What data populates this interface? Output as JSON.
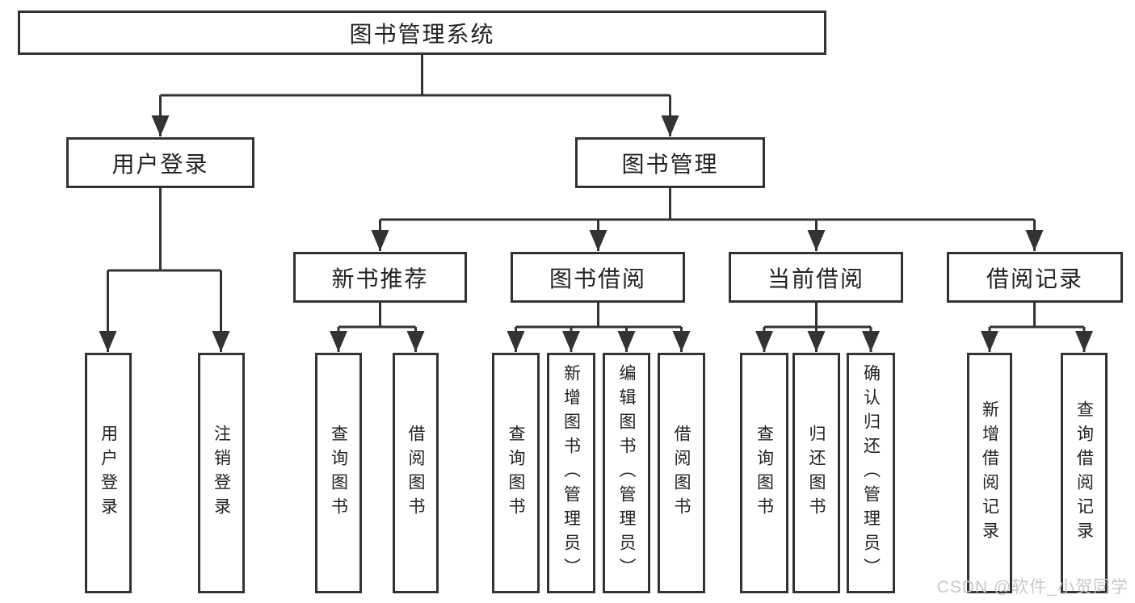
{
  "tree": {
    "label": "图书管理系统",
    "children": [
      {
        "label": "用户登录",
        "children": [
          {
            "label": "用户登录"
          },
          {
            "label": "注销登录"
          }
        ]
      },
      {
        "label": "图书管理",
        "children": [
          {
            "label": "新书推荐",
            "children": [
              {
                "label": "查询图书"
              },
              {
                "label": "借阅图书"
              }
            ]
          },
          {
            "label": "图书借阅",
            "children": [
              {
                "label": "查询图书"
              },
              {
                "label": "新增图书（管理员）"
              },
              {
                "label": "编辑图书（管理员）"
              },
              {
                "label": "借阅图书"
              }
            ]
          },
          {
            "label": "当前借阅",
            "children": [
              {
                "label": "查询图书"
              },
              {
                "label": "归还图书"
              },
              {
                "label": "确认归还（管理员）"
              }
            ]
          },
          {
            "label": "借阅记录",
            "children": [
              {
                "label": "新增借阅记录"
              },
              {
                "label": "查询借阅记录"
              }
            ]
          }
        ]
      }
    ]
  },
  "watermark": {
    "text": "CSDN @软件_小贺同学"
  },
  "colors": {
    "line": "#333333",
    "box_border": "#333333",
    "text": "#222222",
    "watermark": "#c9c9c9",
    "background": "#ffffff"
  }
}
